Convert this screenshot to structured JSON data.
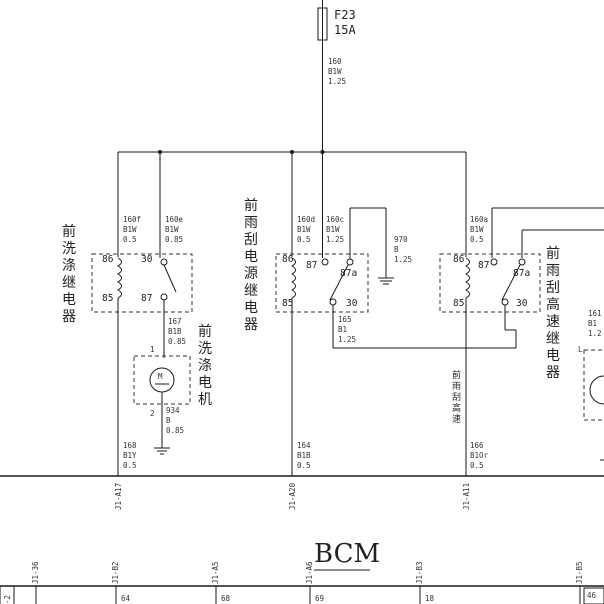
{
  "fuse": {
    "name": "F23",
    "rating": "15A"
  },
  "wires": {
    "w160": [
      "160",
      "B1W",
      "1.25"
    ],
    "w160f": [
      "160f",
      "B1W",
      "0.5"
    ],
    "w160e": [
      "160e",
      "B1W",
      "0.85"
    ],
    "w160d": [
      "160d",
      "B1W",
      "0.5"
    ],
    "w160c": [
      "160c",
      "B1W",
      "1.25"
    ],
    "w160a": [
      "160a",
      "B1W",
      "0.5"
    ],
    "w970": [
      "970",
      "B",
      "1.25"
    ],
    "w167": [
      "167",
      "B1B",
      "0.85"
    ],
    "w165": [
      "165",
      "B1",
      "1.25"
    ],
    "w934": [
      "934",
      "B",
      "0.85"
    ],
    "w168": [
      "168",
      "B1Y",
      "0.5"
    ],
    "w164": [
      "164",
      "B1B",
      "0.5"
    ],
    "w166": [
      "166",
      "B1Or",
      "0.5"
    ],
    "w161": [
      "161",
      "B1",
      "1.2"
    ]
  },
  "pins": {
    "r1": [
      "86",
      "30",
      "85",
      "87"
    ],
    "r2": [
      "86",
      "87",
      "87a",
      "85",
      "30"
    ],
    "r3": [
      "86",
      "87",
      "87a",
      "85",
      "30"
    ],
    "motor": [
      "1",
      "M",
      "2"
    ]
  },
  "components": {
    "washer_relay": "前洗涤继电器",
    "wiper_power_relay": "前雨刮电源继电器",
    "washer_motor": "前洗涤电机",
    "wiper_high_relay": "前雨刮高速继电器",
    "wiper_high_label": "前雨刮高速"
  },
  "connectors": {
    "top": [
      "J1-A17",
      "J1-A20",
      "J1-A11"
    ],
    "bottom": [
      "J1-36",
      "J1-B2",
      "J1-A5",
      "J1-A6",
      "J1-B3",
      "J1-B5"
    ]
  },
  "bottom_wires": [
    "64",
    "68",
    "69",
    "18",
    "46"
  ],
  "left_edge_text": "-2",
  "module": "BCM",
  "right_edge_labels": [
    "L"
  ]
}
